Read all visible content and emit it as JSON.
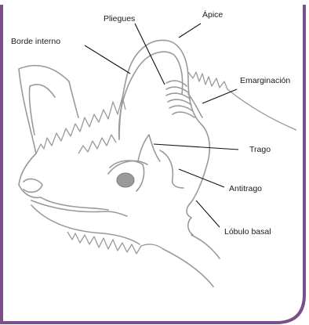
{
  "border_color": "#7a4f8a",
  "labels": {
    "pliegues": "Pliegues",
    "apice": "Ápice",
    "borde_interno": "Borde interno",
    "emarginacion": "Emarginación",
    "trago": "Trago",
    "antitrago": "Antitrago",
    "lobulo_basal": "Lóbulo basal"
  }
}
